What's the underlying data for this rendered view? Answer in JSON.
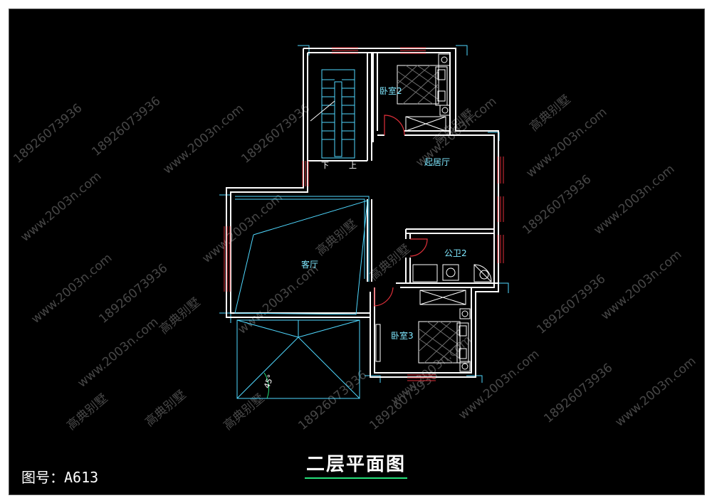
{
  "title": "二层平面图",
  "drawing_number": "图号：A613",
  "watermarks": [
    "18926073936",
    "www.2003n.com",
    "高典别墅"
  ],
  "rooms": {
    "bedroom2": "卧室2",
    "family_room": "起居厅",
    "public_bath2": "公卫2",
    "living_room": "客厅",
    "bedroom3": "卧室3"
  },
  "stairs": {
    "down": "下",
    "up": "上"
  },
  "roof_angle": "45°",
  "colors": {
    "background": "#000000",
    "wall": "#ffffff",
    "window": "#e0303a",
    "fixture": "#4fd8ff",
    "door": "#e0303a",
    "title_underline": "#25e07a"
  }
}
